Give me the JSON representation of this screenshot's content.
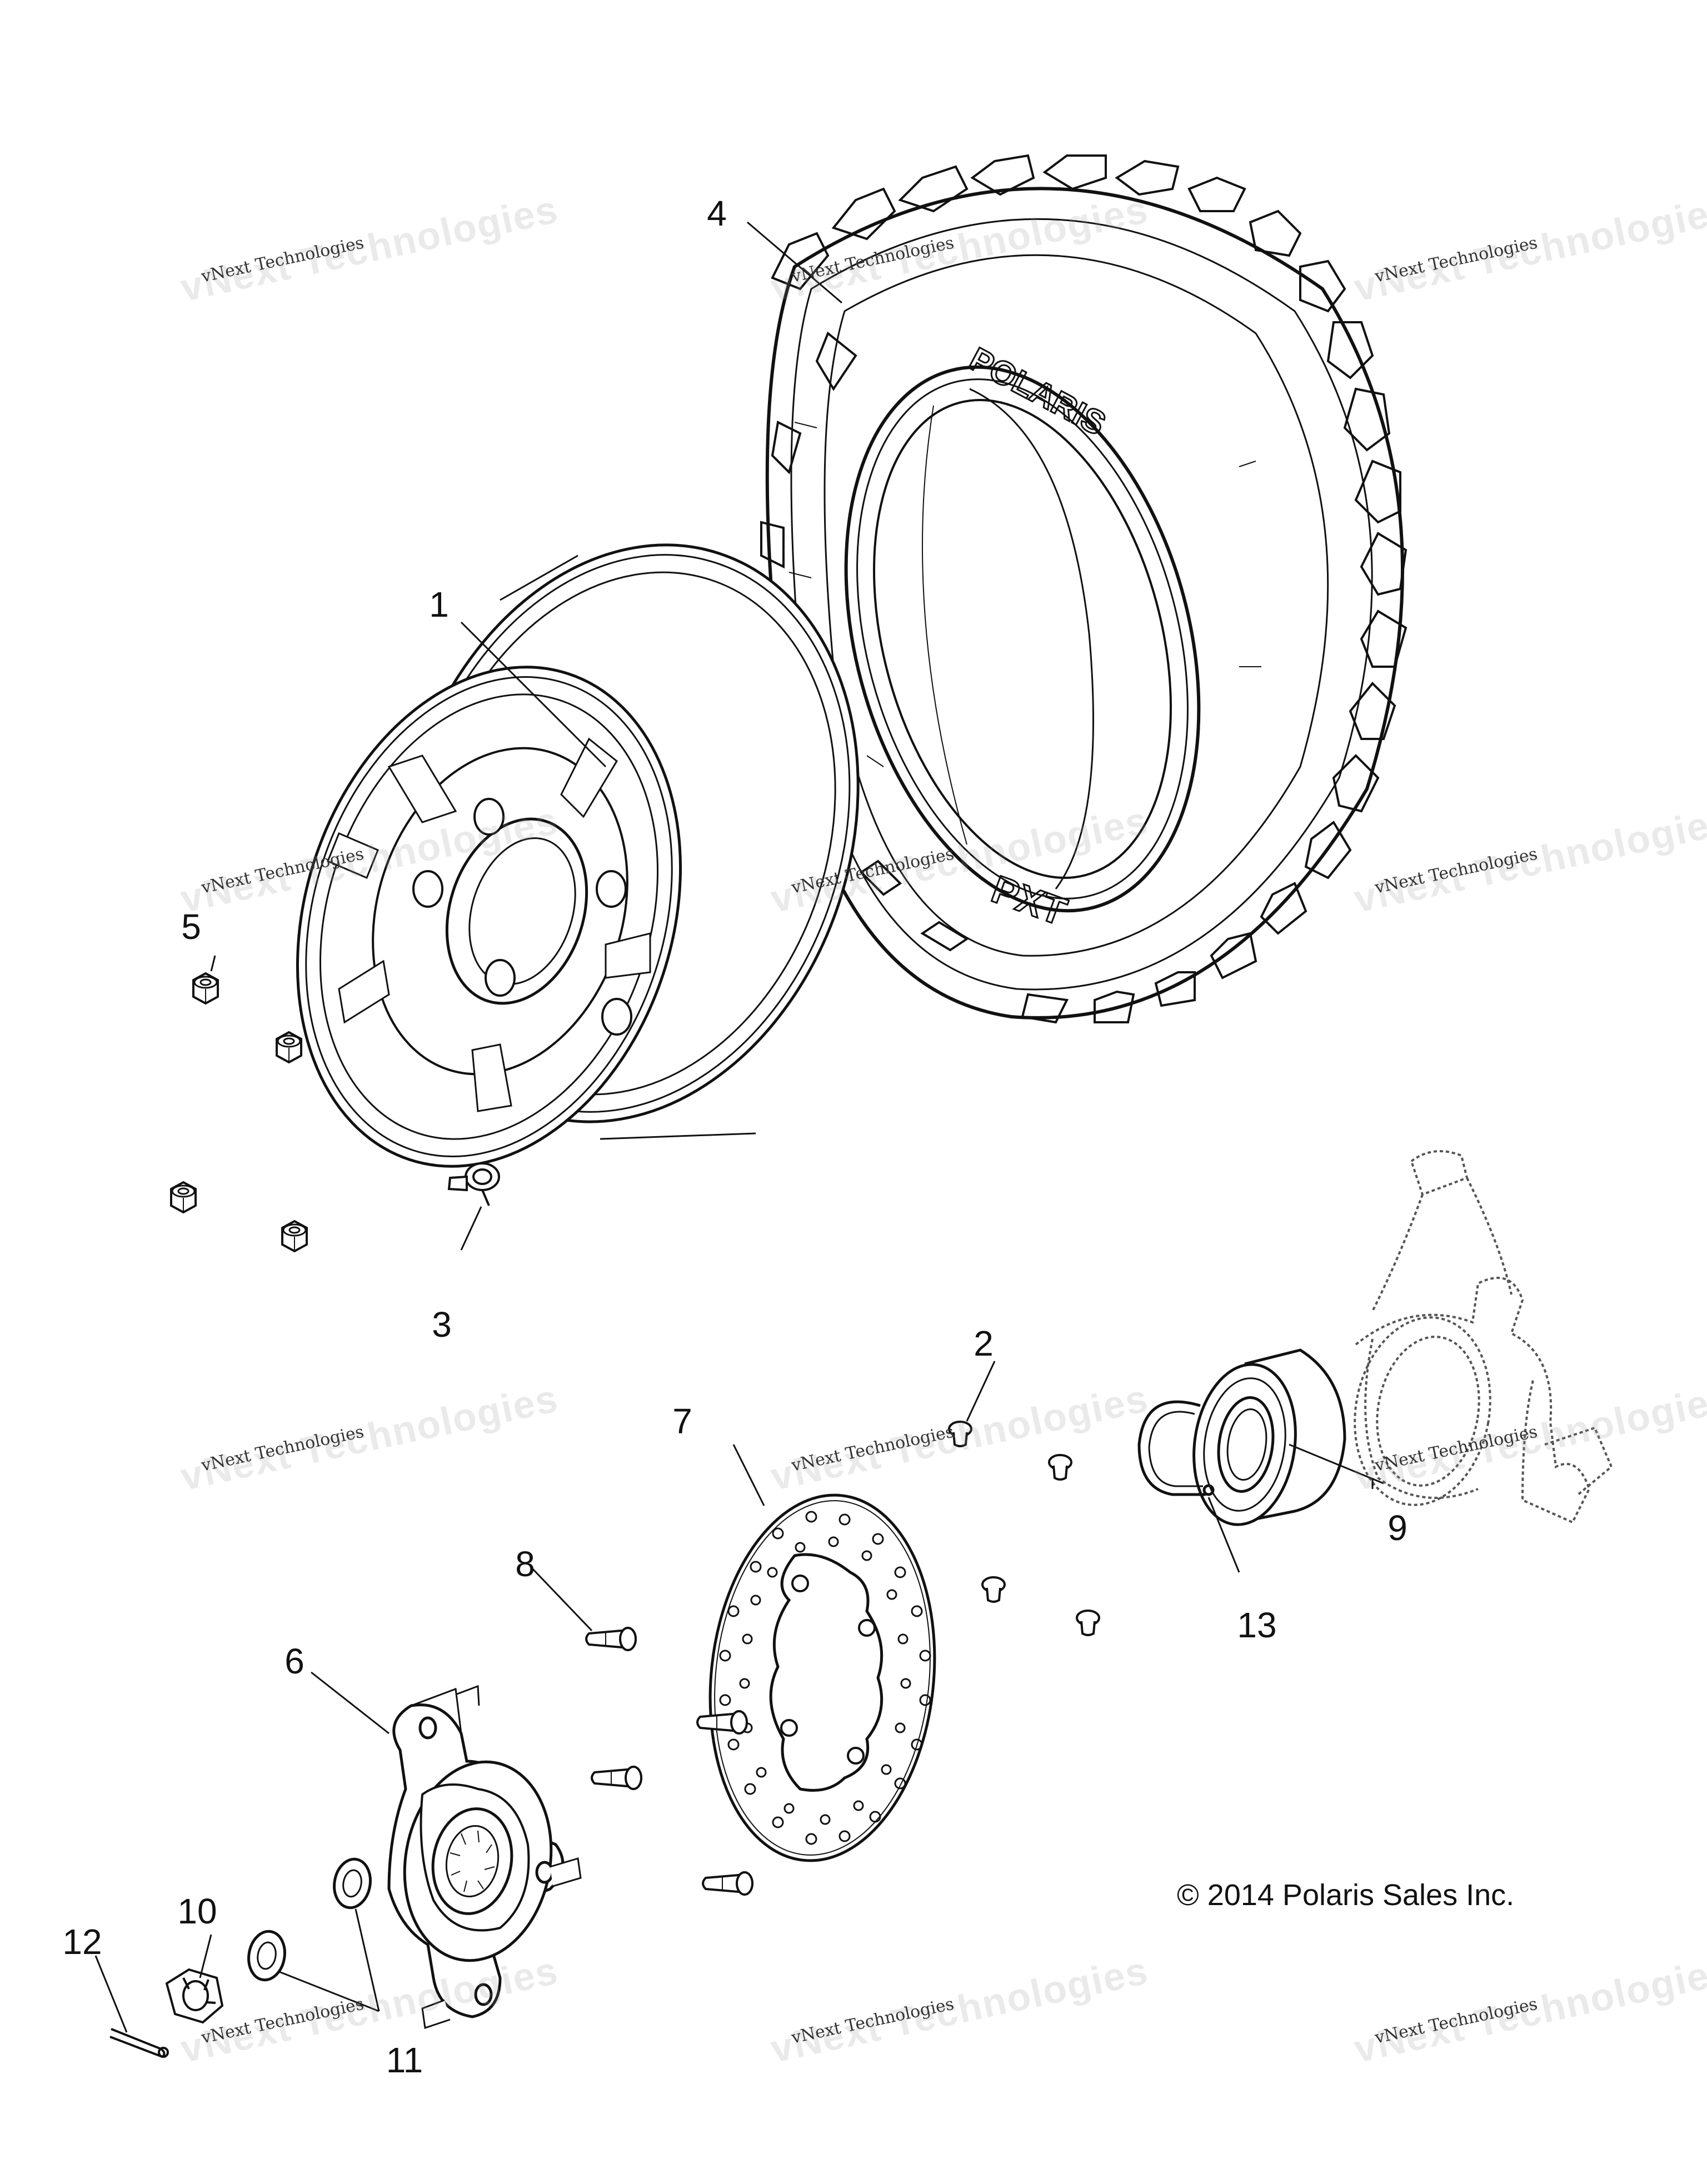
{
  "callouts": [
    {
      "label": "1"
    },
    {
      "label": "2"
    },
    {
      "label": "3"
    },
    {
      "label": "4"
    },
    {
      "label": "5"
    },
    {
      "label": "6"
    },
    {
      "label": "7"
    },
    {
      "label": "8"
    },
    {
      "label": "9"
    },
    {
      "label": "10"
    },
    {
      "label": "11"
    },
    {
      "label": "12"
    },
    {
      "label": "13"
    }
  ],
  "copyright": "© 2014 Polaris Sales Inc.",
  "watermark": {
    "big": "vNext Technologies",
    "small": "vNext Technologies"
  },
  "tire": {
    "brand_text": "POLARIS",
    "model_text": "PXT"
  },
  "colors": {
    "line": "#111111",
    "dotted_part": "#555555",
    "watermark": "#999999"
  }
}
